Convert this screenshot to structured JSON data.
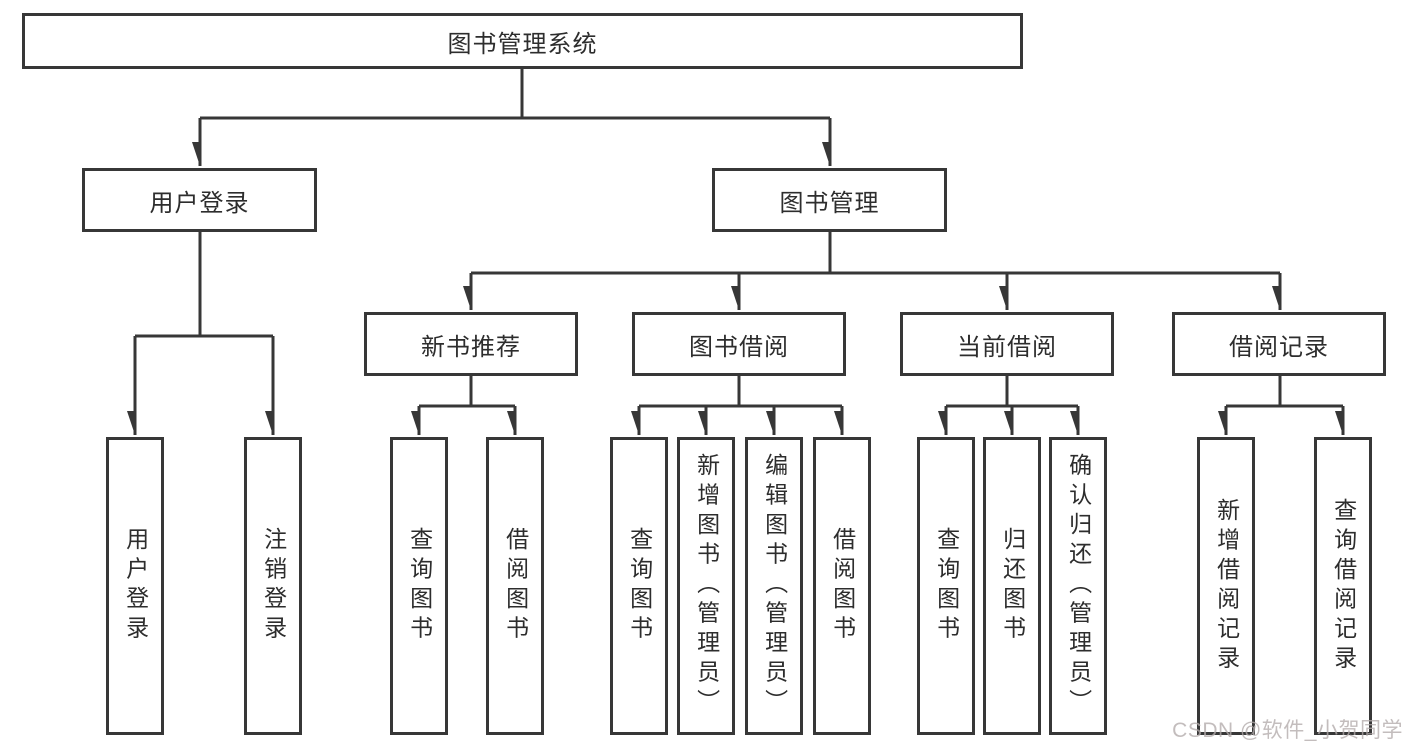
{
  "diagram": {
    "root": {
      "label": "图书管理系统"
    },
    "branches": [
      {
        "label": "用户登录",
        "leaves": [
          {
            "label": "用户登录"
          },
          {
            "label": "注销登录"
          }
        ]
      },
      {
        "label": "图书管理",
        "groups": [
          {
            "label": "新书推荐",
            "leaves": [
              {
                "label": "查询图书"
              },
              {
                "label": "借阅图书"
              }
            ]
          },
          {
            "label": "图书借阅",
            "leaves": [
              {
                "label": "查询图书"
              },
              {
                "label": "新增图书（管理员）"
              },
              {
                "label": "编辑图书（管理员）"
              },
              {
                "label": "借阅图书"
              }
            ]
          },
          {
            "label": "当前借阅",
            "leaves": [
              {
                "label": "查询图书"
              },
              {
                "label": "归还图书"
              },
              {
                "label": "确认归还（管理员）"
              }
            ]
          },
          {
            "label": "借阅记录",
            "leaves": [
              {
                "label": "新增借阅记录"
              },
              {
                "label": "查询借阅记录"
              }
            ]
          }
        ]
      }
    ]
  },
  "watermark": {
    "text": "CSDN @软件_小贺同学"
  },
  "colors": {
    "line": "#373737",
    "box_border": "#373737",
    "text": "#2d2d2d",
    "background": "#ffffff",
    "watermark": "#c5bfbf"
  }
}
